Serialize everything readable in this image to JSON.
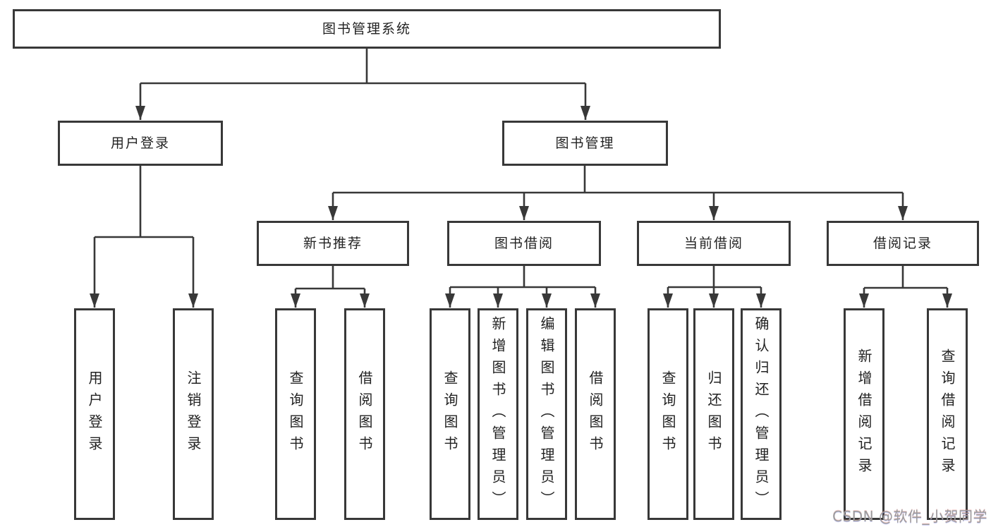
{
  "tree": {
    "root": {
      "label": "图书管理系统",
      "children": [
        {
          "label": "用户登录",
          "children": [
            {
              "label": "用户登录"
            },
            {
              "label": "注销登录"
            }
          ]
        },
        {
          "label": "图书管理",
          "children": [
            {
              "label": "新书推荐",
              "children": [
                {
                  "label": "查询图书"
                },
                {
                  "label": "借阅图书"
                }
              ]
            },
            {
              "label": "图书借阅",
              "children": [
                {
                  "label": "查询图书"
                },
                {
                  "label": "新增图书（管理员）"
                },
                {
                  "label": "编辑图书（管理员）"
                },
                {
                  "label": "借阅图书"
                }
              ]
            },
            {
              "label": "当前借阅",
              "children": [
                {
                  "label": "查询图书"
                },
                {
                  "label": "归还图书"
                },
                {
                  "label": "确认归还（管理员）"
                }
              ]
            },
            {
              "label": "借阅记录",
              "children": [
                {
                  "label": "新增借阅记录"
                },
                {
                  "label": "查询借阅记录"
                }
              ]
            }
          ]
        }
      ]
    }
  },
  "watermark": {
    "text": "CSDN @软件_小贺同学"
  },
  "colors": {
    "line": "#383838",
    "text": "#222222",
    "background": "#ffffff",
    "watermark": "#9c9c9c"
  }
}
